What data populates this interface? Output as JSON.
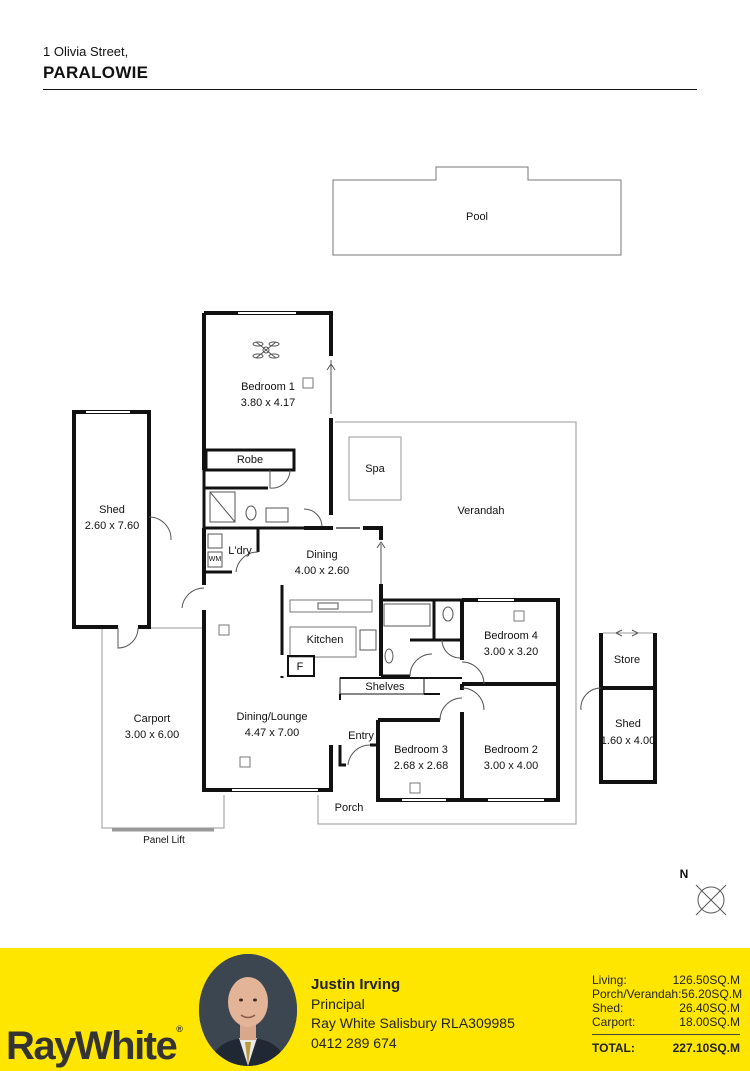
{
  "header": {
    "address_line": "1 Olivia Street,",
    "suburb": "PARALOWIE"
  },
  "rooms": {
    "pool": "Pool",
    "bedroom1": {
      "name": "Bedroom 1",
      "size": "3.80 x 4.17"
    },
    "robe": "Robe",
    "spa": "Spa",
    "verandah": "Verandah",
    "shed1": {
      "name": "Shed",
      "size": "2.60 x 7.60"
    },
    "laundry": "L'dry",
    "wm": "WM",
    "dining": {
      "name": "Dining",
      "size": "4.00 x 2.60"
    },
    "kitchen": "Kitchen",
    "fridge": "F",
    "bedroom4": {
      "name": "Bedroom 4",
      "size": "3.00 x 3.20"
    },
    "store": "Store",
    "shed2": {
      "name": "Shed",
      "size": "1.60 x 4.00"
    },
    "shelves": "Shelves",
    "carport": {
      "name": "Carport",
      "size": "3.00 x 6.00"
    },
    "lounge": {
      "name": "Dining/Lounge",
      "size": "4.47 x 7.00"
    },
    "entry": "Entry",
    "bedroom3": {
      "name": "Bedroom 3",
      "size": "2.68 x 2.68"
    },
    "bedroom2": {
      "name": "Bedroom 2",
      "size": "3.00 x 4.00"
    },
    "porch": "Porch",
    "panel_lift": "Panel Lift",
    "north": "N"
  },
  "agent": {
    "name": "Justin Irving",
    "title": "Principal",
    "office": "Ray White Salisbury RLA309985",
    "phone": "0412 289 674"
  },
  "brand": {
    "logo_text": "RayWhite",
    "color": "#ffe600"
  },
  "areas": {
    "rows": [
      {
        "label": "Living:",
        "value": "126.50SQ.M"
      },
      {
        "label": "Porch/Verandah:",
        "value": "56.20SQ.M"
      },
      {
        "label": "Shed:",
        "value": "26.40SQ.M"
      },
      {
        "label": "Carport:",
        "value": "18.00SQ.M"
      }
    ],
    "total_label": "TOTAL:",
    "total_value": "227.10SQ.M"
  }
}
